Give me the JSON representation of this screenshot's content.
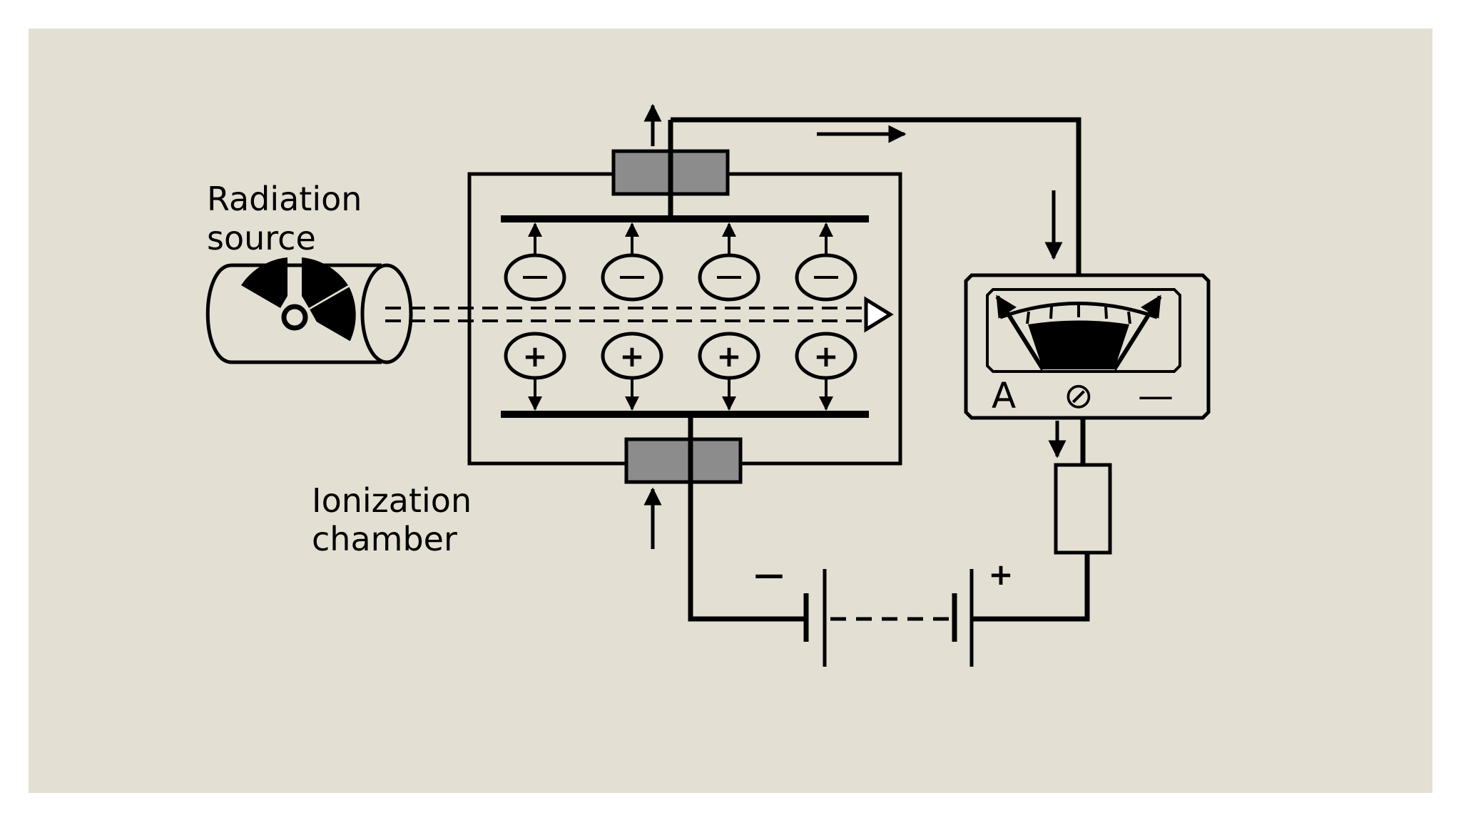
{
  "colors": {
    "page_background": "#ffffff",
    "panel_background": "#e3dfd3",
    "line": "#000000",
    "insulator": "#8c8c8c"
  },
  "labels": {
    "radiation_source_line1": "Radiation",
    "radiation_source_line2": "source",
    "ionization_chamber_line1": "Ionization",
    "ionization_chamber_line2": "chamber"
  },
  "ions": {
    "negative_symbol": "—",
    "positive_symbol": "+"
  },
  "meter": {
    "left_label": "A",
    "center_symbol": "⊘",
    "right_label": "—"
  },
  "battery": {
    "negative_sign": "—",
    "positive_sign": "+"
  },
  "icons": {
    "radiation": "radiation-trefoil-icon",
    "arrow": "arrow-icon"
  }
}
